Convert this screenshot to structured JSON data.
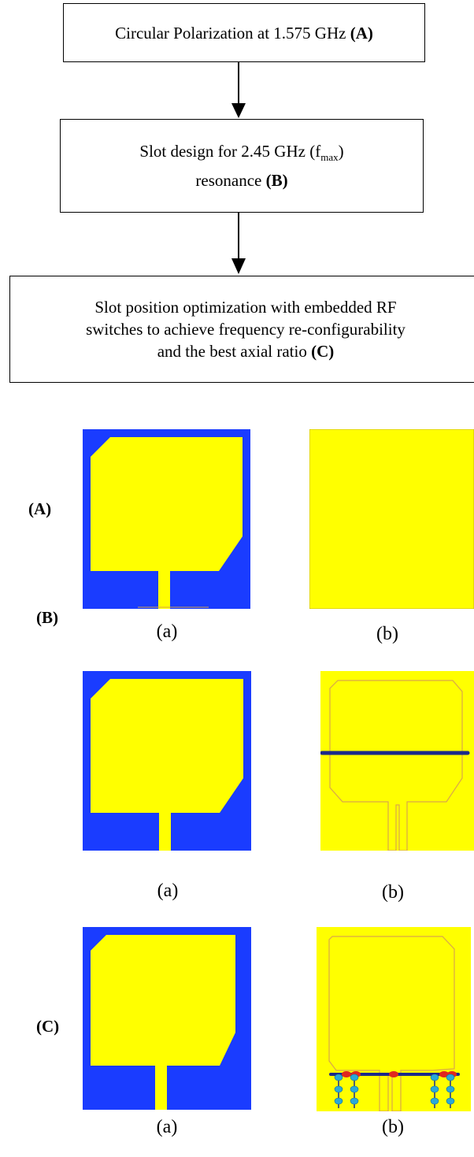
{
  "flowchart": {
    "step_a": {
      "text": "Circular Polarization at 1.575 GHz ",
      "tag": "(A)"
    },
    "step_b": {
      "text_pre": "Slot design for 2.45 GHz (f",
      "sub": "max",
      "text_post": ")",
      "text_line2": "resonance ",
      "tag": "(B)"
    },
    "step_c": {
      "line1": "Slot position optimization with embedded RF",
      "line2": "switches to achieve frequency re-configurability",
      "line3": "and the best axial ratio ",
      "tag": "(C)"
    }
  },
  "rows": [
    {
      "label": "(A)",
      "left_caption": "(a)",
      "right_caption": "(b)"
    },
    {
      "label": "(B)",
      "left_caption": "(a)",
      "right_caption": "(b)"
    },
    {
      "label": "(C)",
      "left_caption": "(a)",
      "right_caption": "(b)"
    }
  ],
  "colors": {
    "substrate": "#1a3cff",
    "copper": "#ffff00",
    "outline": "#d9a64a",
    "slot": "#1c2a8a",
    "switch_red": "#e0281e",
    "switch_cyan": "#29a9d8"
  }
}
